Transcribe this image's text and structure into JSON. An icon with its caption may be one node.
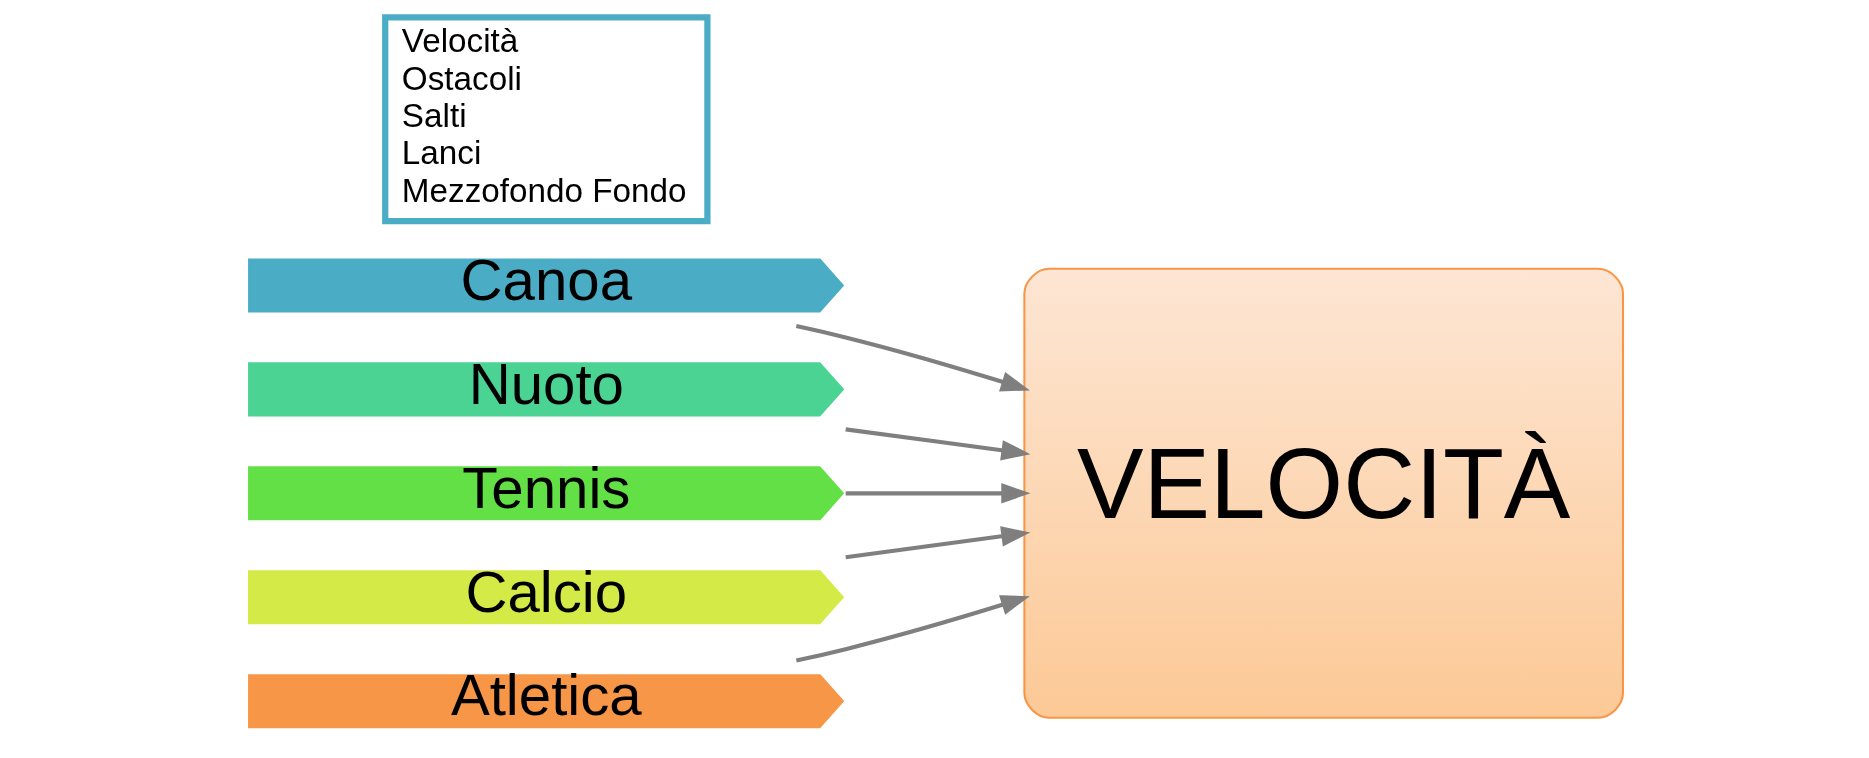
{
  "diagram": {
    "nodes": [
      {
        "text": [
          "Canoa"
        ]
      },
      {
        "text": [
          "Nuoto"
        ]
      },
      {
        "text": [
          "Tennis"
        ]
      },
      {
        "text": [
          "Calcio"
        ]
      },
      {
        "text": [
          "Atletica"
        ]
      },
      {
        "text": [
          "Velocità",
          "Ostacoli",
          "Salti",
          "Lanci",
          "Mezzofondo Fondo"
        ]
      },
      {
        "text": [
          "VELOCITÀ"
        ]
      }
    ],
    "edges": [
      {
        "from": 0,
        "to": 6,
        "arrow": "to"
      },
      {
        "from": 1,
        "to": 6,
        "arrow": "to"
      },
      {
        "from": 2,
        "to": 6,
        "arrow": "to"
      },
      {
        "from": 3,
        "to": 6,
        "arrow": "to"
      },
      {
        "from": 4,
        "to": 6,
        "arrow": "to"
      }
    ]
  }
}
